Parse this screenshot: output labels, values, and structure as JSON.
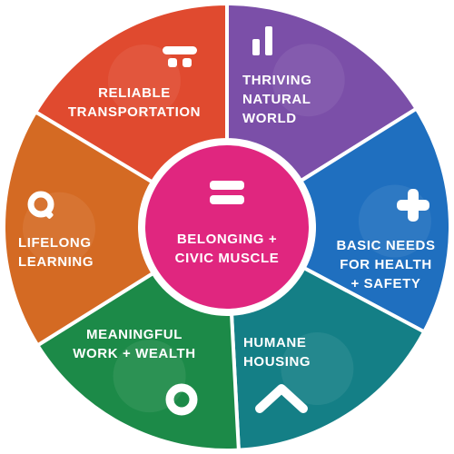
{
  "center": {
    "lines": [
      "BELONGING +",
      "CIVIC MUSCLE"
    ],
    "color": "#e0267f",
    "icon": "equals-icon"
  },
  "segments": [
    {
      "id": "transportation",
      "lines": [
        "RELIABLE",
        "TRANSPORTATION"
      ],
      "color": "#e04a2f",
      "icon": "bus-icon"
    },
    {
      "id": "natural-world",
      "lines": [
        "THRIVING",
        "NATURAL",
        "WORLD"
      ],
      "color": "#7b4fa8",
      "icon": "bar-chart-icon"
    },
    {
      "id": "basic-needs",
      "lines": [
        "BASIC NEEDS",
        "FOR HEALTH",
        "+ SAFETY"
      ],
      "color": "#1f6fbf",
      "icon": "plus-icon"
    },
    {
      "id": "housing",
      "lines": [
        "HUMANE",
        "HOUSING"
      ],
      "color": "#147f86",
      "icon": "chevron-up-icon"
    },
    {
      "id": "work-wealth",
      "lines": [
        "MEANINGFUL",
        "WORK + WEALTH"
      ],
      "color": "#1c8a48",
      "icon": "ring-icon"
    },
    {
      "id": "learning",
      "lines": [
        "LIFELONG",
        "LEARNING"
      ],
      "color": "#d46a23",
      "icon": "magnifier-icon"
    }
  ]
}
